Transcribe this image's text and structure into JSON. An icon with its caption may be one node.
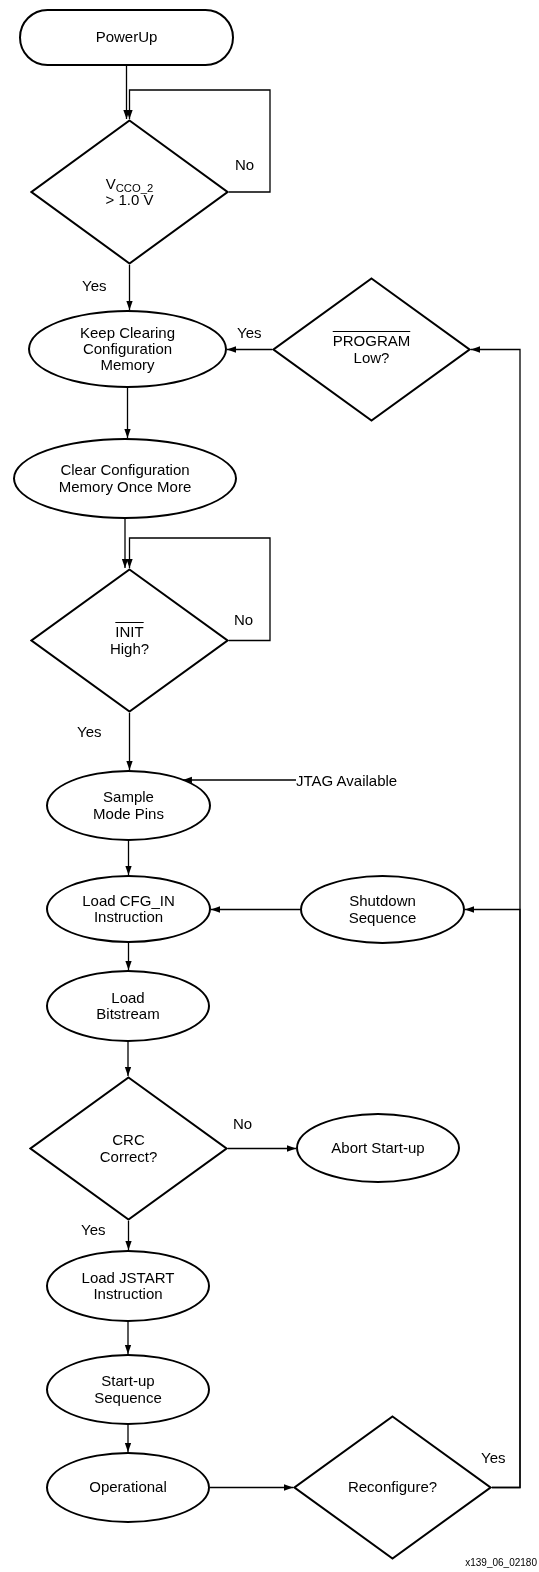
{
  "diagram": {
    "nodes": [
      {
        "text": [
          "PowerUp"
        ]
      },
      {
        "text": [
          "V$_{CCO_2}$",
          "> 1.0 V"
        ]
      },
      {
        "text": [
          "Keep Clearing Configuration Memory"
        ]
      },
      {
        "text": [
          "PROGRAM",
          "Low?"
        ]
      },
      {
        "text": [
          "Clear Configuration Memory Once More"
        ]
      },
      {
        "text": [
          "INIT",
          "High?"
        ]
      },
      {
        "text": [
          "Sample Mode Pins"
        ]
      },
      {
        "text": [
          "JTAG Available"
        ]
      },
      {
        "text": [
          "Load CFG_IN Instruction"
        ]
      },
      {
        "text": [
          "Shutdown Sequence"
        ]
      },
      {
        "text": [
          "Load Bitstream"
        ]
      },
      {
        "text": [
          "CRC Correct?"
        ]
      },
      {
        "text": [
          "Abort Start-up"
        ]
      },
      {
        "text": [
          "Load JSTART Instruction"
        ]
      },
      {
        "text": [
          "Start-up Sequence"
        ]
      },
      {
        "text": [
          "Operational"
        ]
      },
      {
        "text": [
          "Reconfigure?"
        ]
      }
    ],
    "edges": [
      {
        "from": 0,
        "to": 1,
        "arrow": "to"
      },
      {
        "from": 1,
        "to": 1,
        "arrow": "to",
        "label": "No"
      },
      {
        "from": 1,
        "to": 2,
        "arrow": "to",
        "label": "Yes"
      },
      {
        "from": 3,
        "to": 2,
        "arrow": "to",
        "label": "Yes"
      },
      {
        "from": 2,
        "to": 4,
        "arrow": "to"
      },
      {
        "from": 4,
        "to": 5,
        "arrow": "to"
      },
      {
        "from": 5,
        "to": 5,
        "arrow": "to",
        "label": "No"
      },
      {
        "from": 5,
        "to": 6,
        "arrow": "to",
        "label": "Yes"
      },
      {
        "from": 7,
        "to": 6,
        "arrow": "to"
      },
      {
        "from": 6,
        "to": 8,
        "arrow": "to"
      },
      {
        "from": 9,
        "to": 8,
        "arrow": "to"
      },
      {
        "from": 8,
        "to": 10,
        "arrow": "to"
      },
      {
        "from": 10,
        "to": 11,
        "arrow": "to"
      },
      {
        "from": 11,
        "to": 12,
        "arrow": "to",
        "label": "No"
      },
      {
        "from": 11,
        "to": 13,
        "arrow": "to",
        "label": "Yes"
      },
      {
        "from": 13,
        "to": 14,
        "arrow": "to"
      },
      {
        "from": 14,
        "to": 15,
        "arrow": "to"
      },
      {
        "from": 15,
        "to": 16,
        "arrow": "to"
      },
      {
        "from": 16,
        "to": 3,
        "arrow": "to",
        "label": "Yes"
      },
      {
        "from": 16,
        "to": 9,
        "arrow": "to"
      }
    ],
    "labels": [
      "x139_06_02180"
    ]
  }
}
